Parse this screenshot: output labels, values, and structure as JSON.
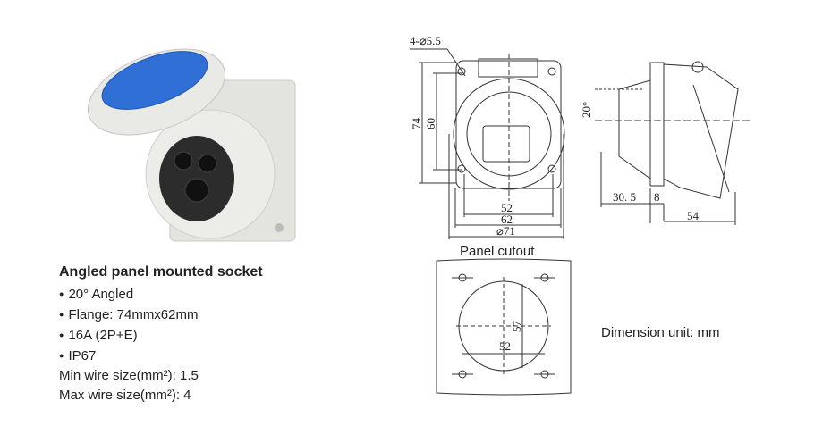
{
  "product": {
    "title": "Angled panel mounted socket",
    "bullets": [
      "20° Angled",
      "Flange: 74mmx62mm",
      "16A (2P+E)",
      "IP67"
    ],
    "wire_min": "Min wire size(mm²): 1.5",
    "wire_max": "Max wire size(mm²): 4"
  },
  "drawing": {
    "hole_label": "4-⌀5.5",
    "front": {
      "h74": "74",
      "h60": "60",
      "w52": "52",
      "w62": "62",
      "d71": "⌀71"
    },
    "side": {
      "angle": "20°",
      "d30": "30. 5",
      "d8": "8",
      "d54": "54"
    },
    "cutout": {
      "title": "Panel cutout",
      "d57": "57",
      "d52": "52"
    },
    "unit_note": "Dimension unit: mm"
  },
  "colors": {
    "cap_blue": "#2f6fd6",
    "body_grey": "#e6e6e2",
    "line": "#333333"
  }
}
